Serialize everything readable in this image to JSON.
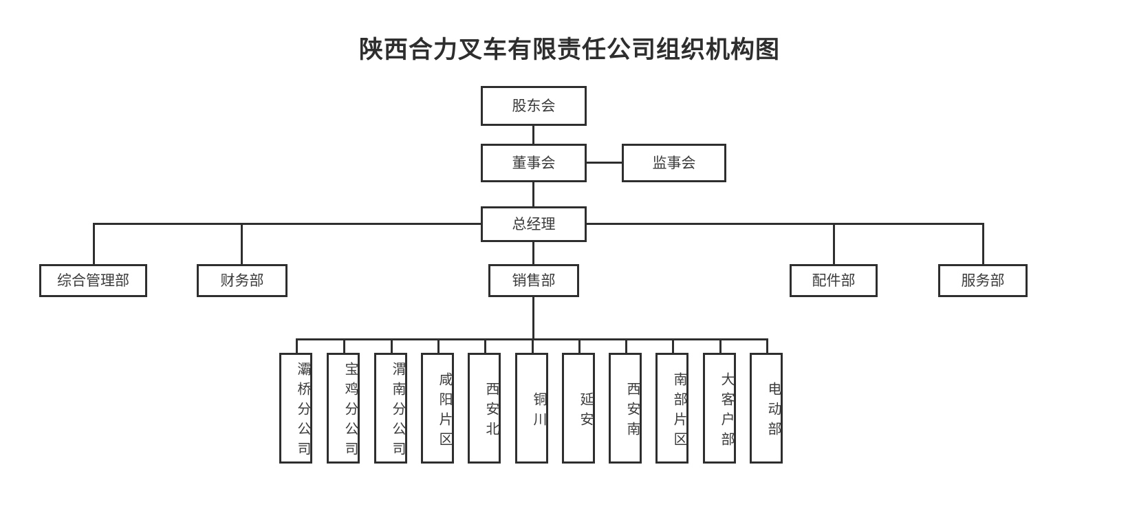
{
  "title": "陕西合力叉车有限责任公司组织机构图",
  "nodes": {
    "shareholders": "股东会",
    "board": "董事会",
    "supervisors": "监事会",
    "general_manager": "总经理"
  },
  "departments": [
    {
      "id": "general-admin",
      "label": "综合管理部"
    },
    {
      "id": "finance",
      "label": "财务部"
    },
    {
      "id": "sales",
      "label": "销售部"
    },
    {
      "id": "parts",
      "label": "配件部"
    },
    {
      "id": "service",
      "label": "服务部"
    }
  ],
  "sales_branches": [
    {
      "id": "baqiao",
      "label": "灞桥分公司"
    },
    {
      "id": "baoji",
      "label": "宝鸡分公司"
    },
    {
      "id": "weinan",
      "label": "渭南分公司"
    },
    {
      "id": "xianyang",
      "label": "咸阳片区"
    },
    {
      "id": "xian-north",
      "label": "西安北"
    },
    {
      "id": "tongchuan",
      "label": "铜川"
    },
    {
      "id": "yanan",
      "label": "延安"
    },
    {
      "id": "xian-south",
      "label": "西安南"
    },
    {
      "id": "south-area",
      "label": "南部片区"
    },
    {
      "id": "key-account",
      "label": "大客户部"
    },
    {
      "id": "electric",
      "label": "电动部"
    }
  ],
  "colors": {
    "line": "#2e2e2e",
    "text": "#3b3b3b",
    "title": "#2e2e2e",
    "background": "#ffffff"
  }
}
